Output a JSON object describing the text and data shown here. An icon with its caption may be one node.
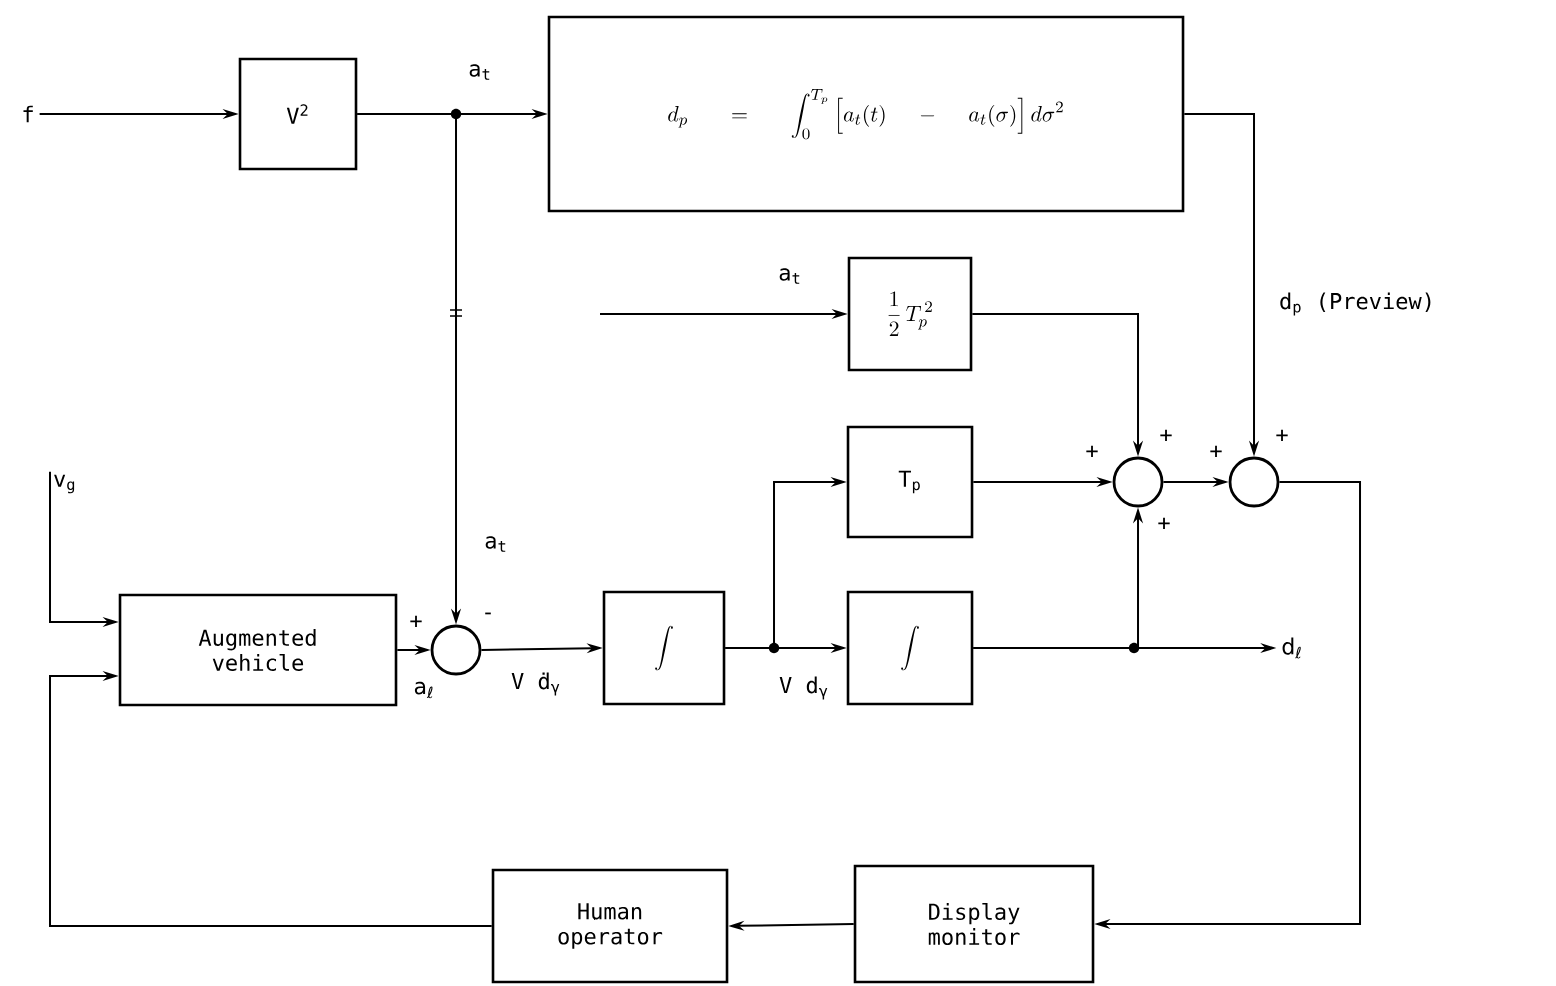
{
  "diagram": {
    "nodes": [
      {
        "text": [
          "f"
        ]
      },
      {
        "text": [
          "V$^{2}$"
        ]
      },
      {
        "text": [
          "d_p \\;=\\; \\int_0^{T_p} \\Big[a_t(t) \\;-\\; a_t(\\sigma)\\Big]\\, d\\sigma^2"
        ]
      },
      {
        "text": [
          "\\frac{1}{2}\\, T_p^{\\,2}"
        ]
      },
      {
        "text": [
          "v$_{g}$"
        ]
      },
      {
        "text": [
          "Augmented vehicle"
        ]
      },
      {
        "text": [],
        "shape": "circle"
      },
      {
        "text": [
          "\\int"
        ]
      },
      {
        "text": [
          "T$_{p}$"
        ]
      },
      {
        "text": [
          "\\int"
        ]
      },
      {
        "text": [],
        "shape": "circle"
      },
      {
        "text": [],
        "shape": "circle"
      },
      {
        "text": [
          "d$_{ℓ}$"
        ]
      },
      {
        "text": [
          "Display monitor"
        ]
      },
      {
        "text": [
          "Human operator"
        ]
      }
    ],
    "edges": [
      {
        "from": 0,
        "to": 1,
        "arrow": "to"
      },
      {
        "from": 1,
        "to": 2,
        "arrow": "to",
        "label": "a$_{t}$"
      },
      {
        "from": 1,
        "to": 6,
        "arrow": "to",
        "label": "a$_{t}$"
      },
      {
        "from": 2,
        "to": 11,
        "arrow": "to",
        "label": "d$_{p}$ (Preview)"
      },
      {
        "from": null,
        "to": 3,
        "arrow": "to",
        "label": "a$_{t}$"
      },
      {
        "from": 3,
        "to": 10,
        "arrow": "to"
      },
      {
        "from": 4,
        "to": 5,
        "arrow": "to"
      },
      {
        "from": 5,
        "to": 6,
        "arrow": "to",
        "label": "a$_{ℓ}$"
      },
      {
        "from": 6,
        "to": 7,
        "arrow": "to",
        "label": "V ḋ$_{γ}$"
      },
      {
        "from": 7,
        "to": 8,
        "arrow": "to"
      },
      {
        "from": 7,
        "to": 9,
        "arrow": "to",
        "label": "V d$_{γ}$"
      },
      {
        "from": 8,
        "to": 10,
        "arrow": "to"
      },
      {
        "from": 9,
        "to": 12,
        "arrow": "to"
      },
      {
        "from": 9,
        "to": 10,
        "arrow": "to"
      },
      {
        "from": 10,
        "to": 11,
        "arrow": "to"
      },
      {
        "from": 11,
        "to": 13,
        "arrow": "to"
      },
      {
        "from": 13,
        "to": 14,
        "arrow": "to"
      },
      {
        "from": 14,
        "to": 5,
        "arrow": "to"
      }
    ],
    "labels": [
      "+",
      "+",
      "+",
      "+",
      "+",
      "+",
      "-"
    ]
  }
}
